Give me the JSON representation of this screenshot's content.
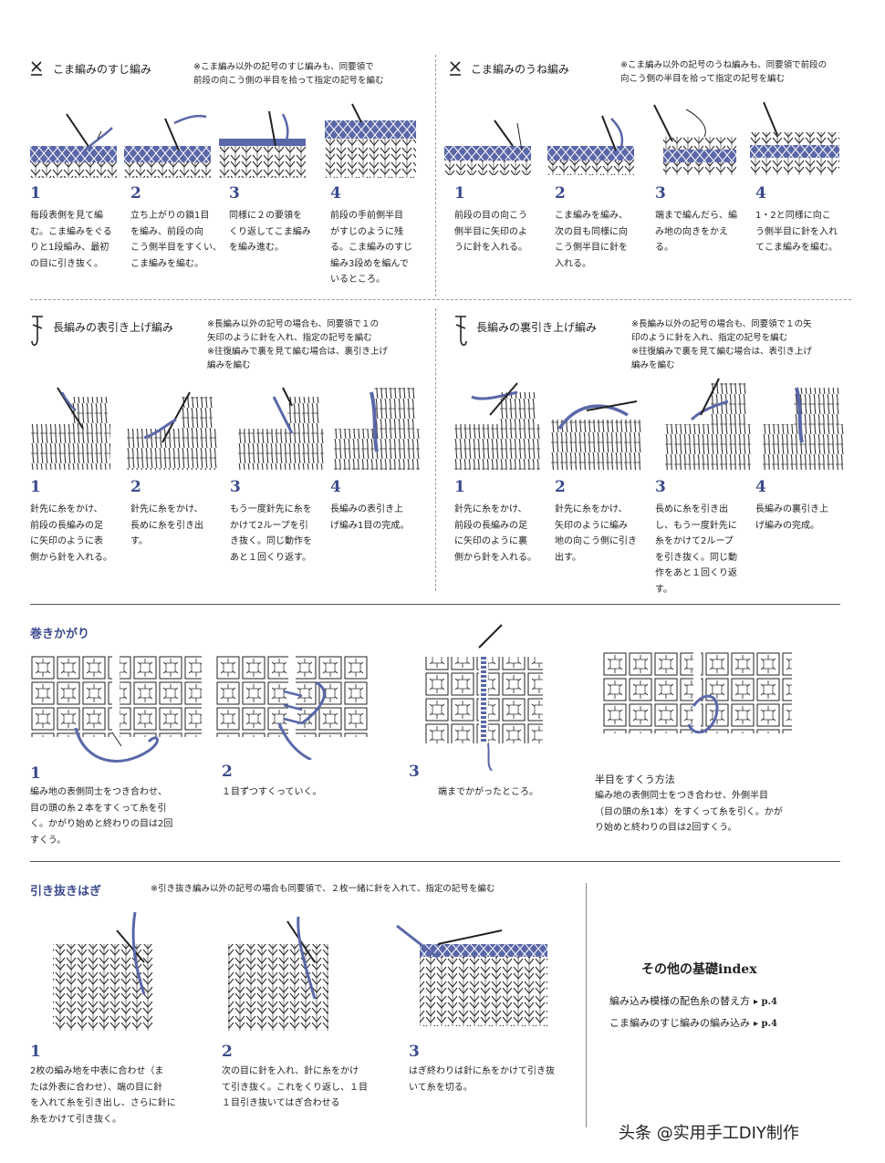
{
  "colors": {
    "accent": "#3b4a8c",
    "yarn": "#5a67a8",
    "ink": "#222222"
  },
  "sections": {
    "suji": {
      "title": "こま編みのすじ編み",
      "symbol": "x-underline-icon",
      "note": [
        "※こま編み以外の記号のすじ編みも、同要領で",
        "前段の向こう側の半目を拾って指定の記号を編む"
      ],
      "steps": [
        {
          "num": "1",
          "lines": [
            "毎段表側を見て編",
            "む。こま編みをぐる",
            "りと1段編み、最初",
            "の目に引き抜く。"
          ]
        },
        {
          "num": "2",
          "lines": [
            "立ち上がりの鎖1目",
            "を編み、前段の向",
            "こう側半目をすくい、",
            "こま編みを編む。"
          ]
        },
        {
          "num": "3",
          "lines": [
            "同様に２の要領を",
            "くり返してこま編み",
            "を編み進む。"
          ]
        },
        {
          "num": "4",
          "lines": [
            "前段の手前側半目",
            "がすじのように残",
            "る。こま編みのすじ",
            "編み3段めを編んで",
            "いるところ。"
          ]
        }
      ]
    },
    "une": {
      "title": "こま編みのうね編み",
      "symbol": "x-underline-icon",
      "note": [
        "※こま編み以外の記号のうね編みも、同要領で前段の",
        "向こう側の半目を拾って指定の記号を編む"
      ],
      "steps": [
        {
          "num": "1",
          "lines": [
            "前段の目の向こう",
            "側半目に矢印のよ",
            "うに針を入れる。"
          ]
        },
        {
          "num": "2",
          "lines": [
            "こま編みを編み、",
            "次の目も同様に向",
            "こう側半目に針を",
            "入れる。"
          ]
        },
        {
          "num": "3",
          "lines": [
            "端まで編んだら、編",
            "み地の向きをかえ",
            "る。"
          ]
        },
        {
          "num": "4",
          "lines": [
            "1・2と同様に向こ",
            "う側半目に針を入れ",
            "てこま編みを編む。"
          ]
        }
      ]
    },
    "omote": {
      "title": "長編みの表引き上げ編み",
      "symbol": "front-post-dc-icon",
      "note": [
        "※長編み以外の記号の場合も、同要領で１の",
        "矢印のように針を入れ、指定の記号を編む",
        "※往復編みで裏を見て編む場合は、裏引き上げ",
        "編みを編む"
      ],
      "steps": [
        {
          "num": "1",
          "lines": [
            "針先に糸をかけ、",
            "前段の長編みの足",
            "に矢印のように表",
            "側から針を入れる。"
          ]
        },
        {
          "num": "2",
          "lines": [
            "針先に糸をかけ、",
            "長めに糸を引き出",
            "す。"
          ]
        },
        {
          "num": "3",
          "lines": [
            "もう一度針先に糸を",
            "かけて2ループを引",
            "き抜く。同じ動作を",
            "あと１回くり返す。"
          ]
        },
        {
          "num": "4",
          "lines": [
            "長編みの表引き上",
            "げ編み1目の完成。"
          ]
        }
      ]
    },
    "ura": {
      "title": "長編みの裏引き上げ編み",
      "symbol": "back-post-dc-icon",
      "note": [
        "※長編み以外の記号の場合も、同要領で１の矢",
        "印のように針を入れ、指定の記号を編む",
        "※往復編みで裏を見て編む場合は、表引き上げ",
        "編みを編む"
      ],
      "steps": [
        {
          "num": "1",
          "lines": [
            "針先に糸をかけ、",
            "前段の長編みの足",
            "に矢印のように裏",
            "側から針を入れる。"
          ]
        },
        {
          "num": "2",
          "lines": [
            "針先に糸をかけ、",
            "矢印のように編み",
            "地の向こう側に引き",
            "出す。"
          ]
        },
        {
          "num": "3",
          "lines": [
            "長めに糸を引き出",
            "し、もう一度針先に",
            "糸をかけて2ループ",
            "を引き抜く。同じ動",
            "作をあと１回くり返",
            "す。"
          ]
        },
        {
          "num": "4",
          "lines": [
            "長編みの裏引き上",
            "げ編みの完成。"
          ]
        }
      ]
    },
    "makikagari": {
      "title": "巻きかがり",
      "steps": [
        {
          "num": "1",
          "lines": [
            "編み地の表側同士をつき合わせ、",
            "目の頭の糸２本をすくって糸を引",
            "く。かがり始めと終わりの目は2回",
            "すくう。"
          ]
        },
        {
          "num": "2",
          "lines": [
            "１目ずつすくっていく。"
          ]
        },
        {
          "num": "3",
          "lines": [
            "端までかがったところ。"
          ]
        }
      ],
      "half": {
        "title": "半目をすくう方法",
        "lines": [
          "編み地の表側同士をつき合わせ、外側半目",
          "（目の頭の糸1本）をすくって糸を引く。かが",
          "り始めと終わりの目は2回すくう。"
        ]
      }
    },
    "hiki": {
      "title": "引き抜きはぎ",
      "note": "※引き抜き編み以外の記号の場合も同要領で、２枚一緒に針を入れて、指定の記号を編む",
      "steps": [
        {
          "num": "1",
          "lines": [
            "2枚の編み地を中表に合わせ（ま",
            "たは外表に合わせ）、端の目に針",
            "を入れて糸を引き出し、さらに針に",
            "糸をかけて引き抜く。"
          ]
        },
        {
          "num": "2",
          "lines": [
            "次の目に針を入れ、針に糸をかけ",
            "て引き抜く。これをくり返し、１目",
            "１目引き抜いてはぎ合わせる"
          ]
        },
        {
          "num": "3",
          "lines": [
            "はぎ終わりは針に糸をかけて引き抜",
            "いて糸を切る。"
          ]
        }
      ]
    }
  },
  "index": {
    "title": "その他の基礎index",
    "items": [
      {
        "label": "編み込み模様の配色糸の替え方",
        "ref": "▸ p.4"
      },
      {
        "label": "こま編みのすじ編みの編み込み",
        "ref": "▸ p.4"
      }
    ]
  },
  "watermark": "头条 @实用手工DIY制作"
}
